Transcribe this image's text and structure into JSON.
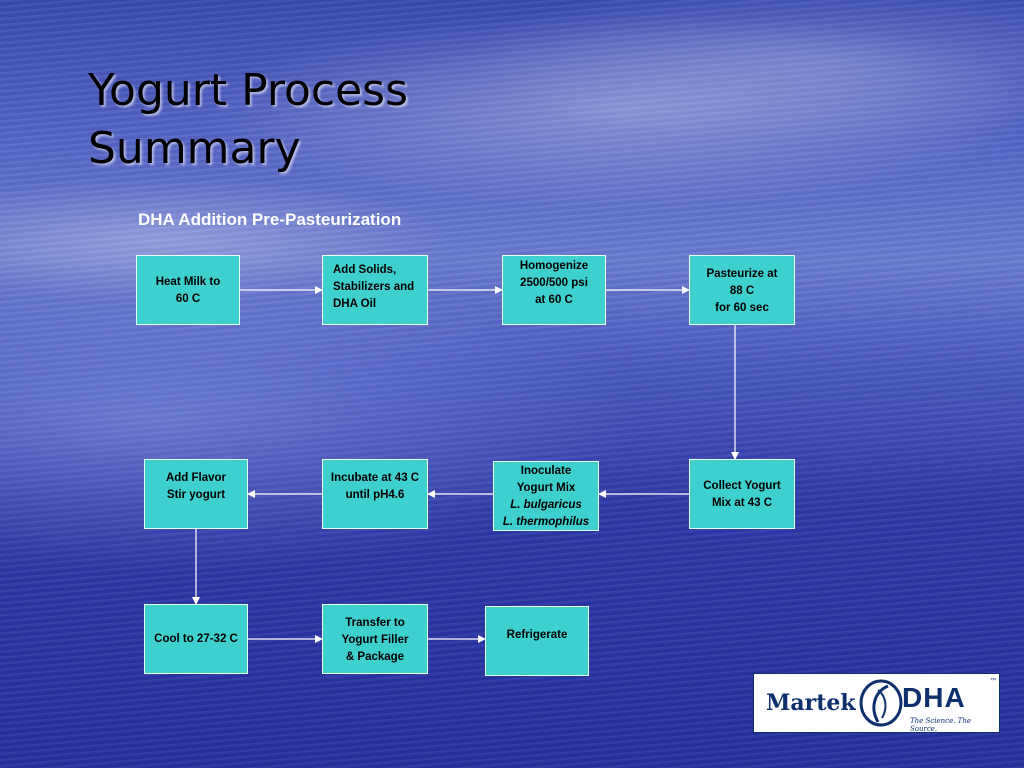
{
  "slide": {
    "title": "Yogurt Process\nSummary",
    "subtitle": "DHA Addition Pre-Pasteurization"
  },
  "steps": {
    "heat_milk": [
      "Heat Milk to",
      "60 C"
    ],
    "add_solids": [
      "Add Solids,",
      "Stabilizers and",
      "DHA Oil"
    ],
    "homogenize": [
      "Homogenize",
      "2500/500 psi",
      "at 60 C"
    ],
    "pasteurize": [
      "Pasteurize at",
      "88 C",
      "for 60 sec"
    ],
    "collect": [
      "Collect Yogurt",
      "Mix at 43 C"
    ],
    "inoculate": [
      "Inoculate",
      "Yogurt Mix",
      "L. bulgaricus",
      "L. thermophilus"
    ],
    "incubate": [
      "Incubate at 43 C",
      "until pH4.6"
    ],
    "add_flavor": [
      "Add Flavor",
      "Stir yogurt"
    ],
    "cool": [
      "Cool to 27-32 C"
    ],
    "transfer": [
      "Transfer to",
      "Yogurt Filler",
      "& Package"
    ],
    "refrigerate": [
      "Refrigerate"
    ]
  },
  "logo": {
    "company": "Martek",
    "product": "DHA",
    "tagline": "The Science. The Source.",
    "trademark": "™"
  },
  "colors": {
    "box_fill": "#3ecfcf",
    "arrow": "#ffffff",
    "logo_navy": "#0d2f6e"
  }
}
